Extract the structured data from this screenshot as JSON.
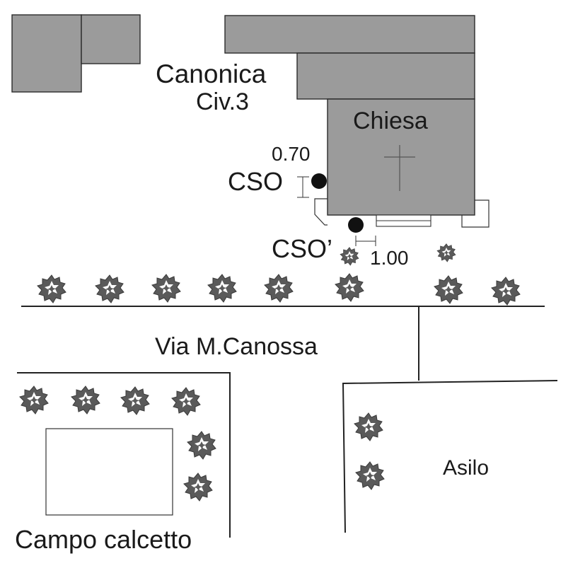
{
  "labels": {
    "canonica": "Canonica",
    "civ": "Civ.3",
    "chiesa": "Chiesa",
    "dim_cso": "0.70",
    "cso": "CSO",
    "cso_prime": "CSO’",
    "dim_cso_prime": "1.00",
    "street": "Via M.Canossa",
    "asilo": "Asilo",
    "campo": "Campo calcetto"
  },
  "colors": {
    "building_fill": "#9b9b9b",
    "building_stroke": "#2b2b2b",
    "tree": "#555555",
    "marker": "#111111"
  },
  "icons": {
    "tree": "shrub-icon",
    "cross": "cross-icon",
    "marker": "station-marker-icon"
  }
}
